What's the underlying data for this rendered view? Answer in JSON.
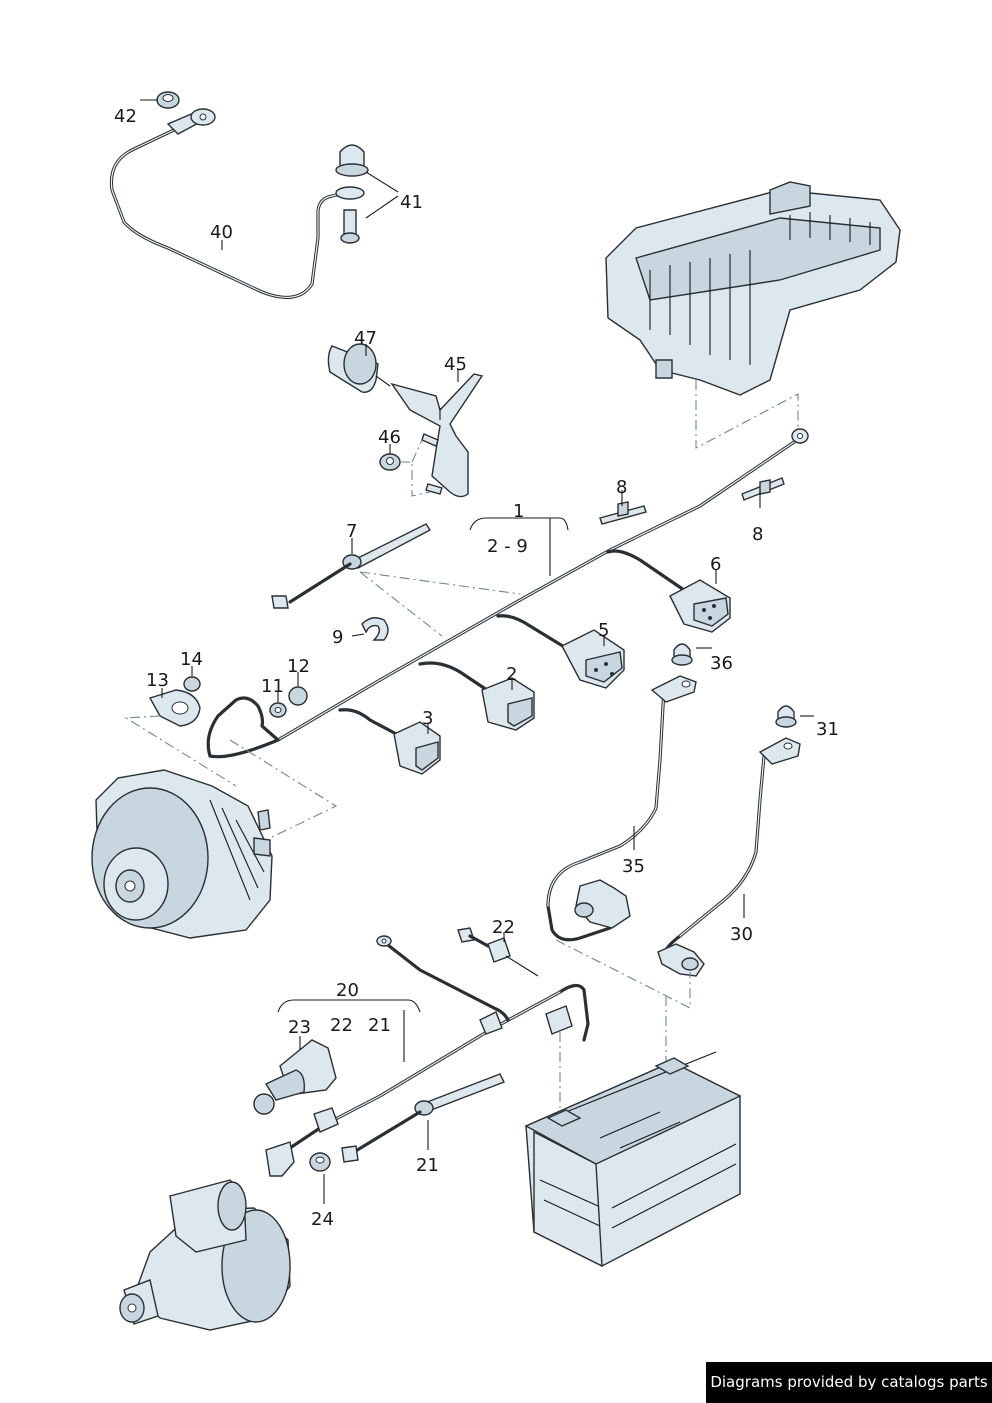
{
  "parts": [
    {
      "id": "p42",
      "number": "42"
    },
    {
      "id": "p41",
      "number": "41"
    },
    {
      "id": "p40",
      "number": "40"
    },
    {
      "id": "p47",
      "number": "47"
    },
    {
      "id": "p45",
      "number": "45"
    },
    {
      "id": "p46",
      "number": "46"
    },
    {
      "id": "p8a",
      "number": "8"
    },
    {
      "id": "p8b",
      "number": "8"
    },
    {
      "id": "p1",
      "number": "1"
    },
    {
      "id": "p1range",
      "number": "2 - 9"
    },
    {
      "id": "p7",
      "number": "7"
    },
    {
      "id": "p6",
      "number": "6"
    },
    {
      "id": "p9",
      "number": "9"
    },
    {
      "id": "p5",
      "number": "5"
    },
    {
      "id": "p36",
      "number": "36"
    },
    {
      "id": "p14",
      "number": "14"
    },
    {
      "id": "p12",
      "number": "12"
    },
    {
      "id": "p13",
      "number": "13"
    },
    {
      "id": "p11",
      "number": "11"
    },
    {
      "id": "p2",
      "number": "2"
    },
    {
      "id": "p3",
      "number": "3"
    },
    {
      "id": "p31",
      "number": "31"
    },
    {
      "id": "p35",
      "number": "35"
    },
    {
      "id": "p30",
      "number": "30"
    },
    {
      "id": "p22a",
      "number": "22"
    },
    {
      "id": "p20",
      "number": "20"
    },
    {
      "id": "p23",
      "number": "23"
    },
    {
      "id": "p22b",
      "number": "22"
    },
    {
      "id": "p21a",
      "number": "21"
    },
    {
      "id": "p21b",
      "number": "21"
    },
    {
      "id": "p24",
      "number": "24"
    }
  ],
  "colors": {
    "line": "#2a2f33",
    "fill": "#dde8ee",
    "dash": "#6f8796"
  },
  "credit": "Diagrams provided by catalogs parts"
}
